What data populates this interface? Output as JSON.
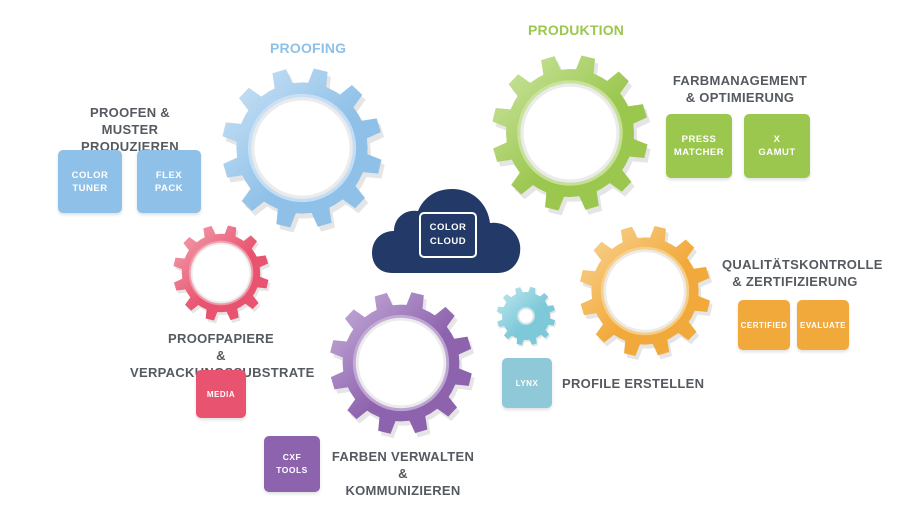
{
  "colors": {
    "proofing": "#8fc1e8",
    "produktion": "#9bc74f",
    "quality": "#f2a93b",
    "paper": "#e8546f",
    "communicate": "#8e63ae",
    "profile": "#7ec9d9",
    "cloud": "#233a68",
    "text": "#555a60"
  },
  "headings": {
    "proofing": "PROOFING",
    "produktion": "PRODUKTION"
  },
  "cloud": {
    "label": "COLOR\nCLOUD"
  },
  "groups": {
    "proofen": {
      "label": "PROOFEN & MUSTER\nPRODUZIEREN",
      "tiles": [
        "COLOR\nTUNER",
        "FLEX\nPACK"
      ]
    },
    "farbmanagement": {
      "label": "FARBMANAGEMENT\n& OPTIMIERUNG",
      "tiles": [
        "PRESS\nMATCHER",
        "X\nGAMUT"
      ]
    },
    "qualitaet": {
      "label": "QUALITÄTSKONTROLLE\n& ZERTIFIZIERUNG",
      "tiles": [
        "CERTIFIED",
        "EVALUATE"
      ]
    },
    "papiere": {
      "label": "PROOFPAPIERE\n& VERPACKUNGSSUBSTRATE",
      "tiles": [
        "MEDIA"
      ]
    },
    "profile": {
      "label": "PROFILE ERSTELLEN",
      "tiles": [
        "LYNX"
      ]
    },
    "farben": {
      "label": "FARBEN VERWALTEN &\nKOMMUNIZIEREN",
      "tiles": [
        "CXF\nTOOLS"
      ]
    }
  }
}
